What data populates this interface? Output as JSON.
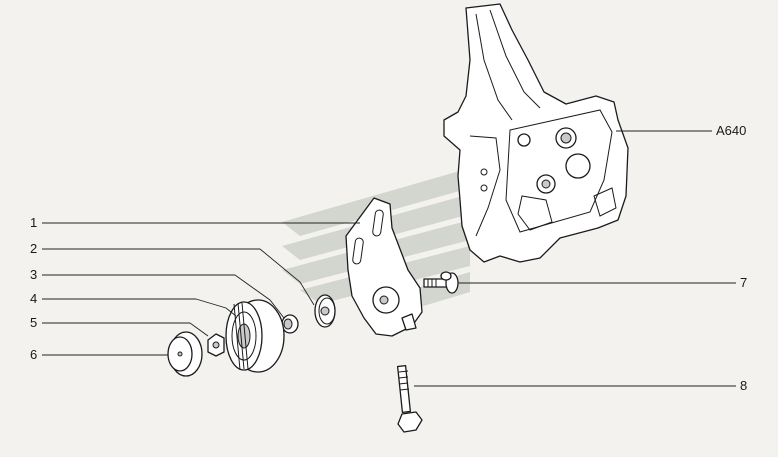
{
  "labels": {
    "left": [
      "1",
      "2",
      "3",
      "4",
      "5",
      "6"
    ],
    "right_ref": "A640",
    "right_7": "7",
    "right_8": "8"
  }
}
